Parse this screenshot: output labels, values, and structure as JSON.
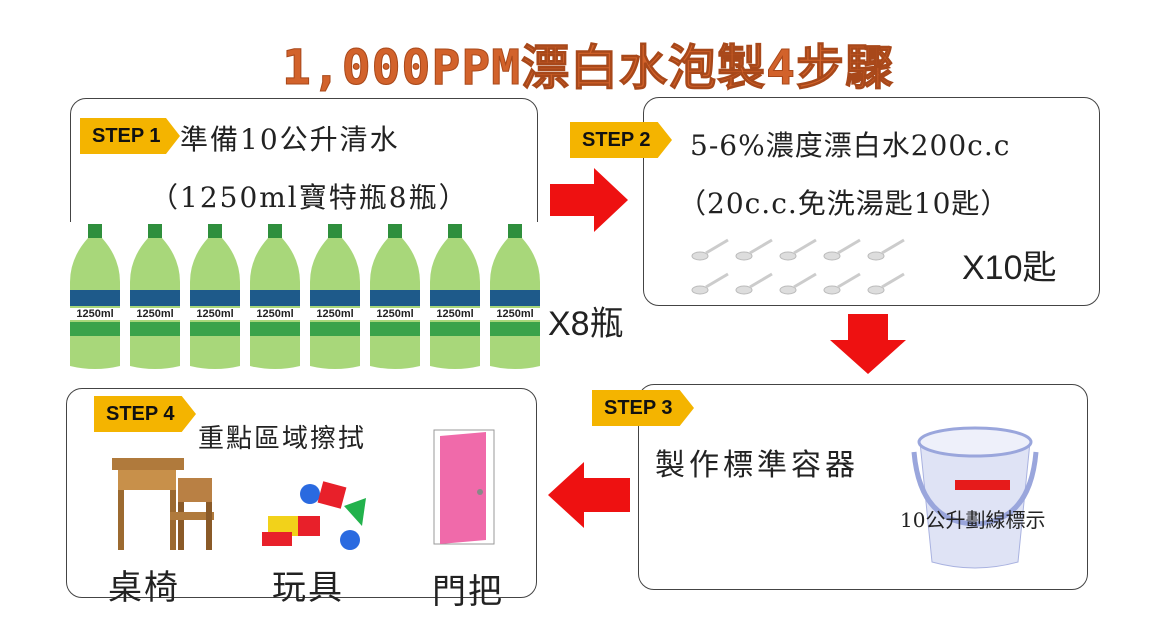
{
  "title": "1,000PPM漂白水泡製4步驟",
  "steps": [
    {
      "tag": "STEP 1",
      "line1": "準備10公升清水",
      "line2": "（1250ml寶特瓶8瓶）",
      "bottle_label": "1250ml",
      "count": "X8瓶"
    },
    {
      "tag": "STEP 2",
      "line1": "5-6%濃度漂白水200c.c",
      "line2": "（20c.c.免洗湯匙10匙）",
      "count": "X10匙"
    },
    {
      "tag": "STEP 3",
      "line1": "製作標準容器",
      "note": "10公升劃線標示"
    },
    {
      "tag": "STEP 4",
      "line1": "重點區域擦拭",
      "items": [
        "桌椅",
        "玩具",
        "門把"
      ]
    }
  ],
  "colors": {
    "title": "#d2622b",
    "tag": "#f4b400",
    "arrow": "#ee1111"
  }
}
